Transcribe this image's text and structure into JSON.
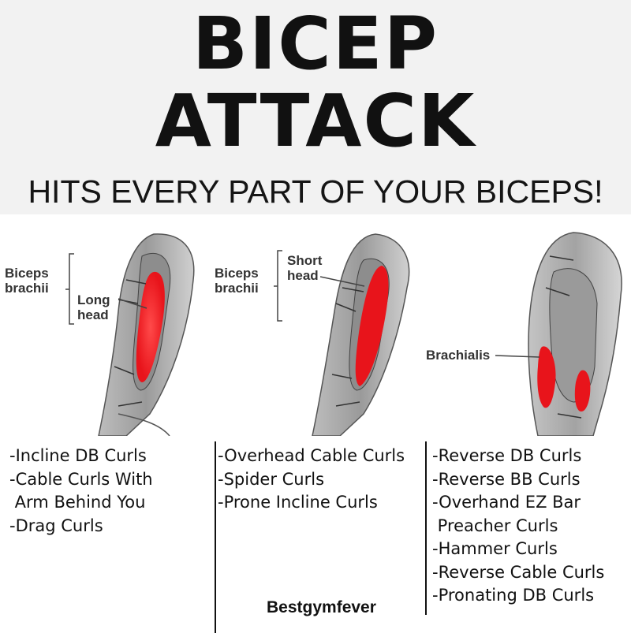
{
  "header": {
    "title_line1": "BICEP",
    "title_line2": "ATTACK",
    "subtitle": "HITS EVERY PART OF YOUR BICEPS!"
  },
  "panels": {
    "long_head": {
      "group": [
        "Biceps",
        "brachii"
      ],
      "part": [
        "Long",
        "head"
      ]
    },
    "short_head": {
      "group": [
        "Biceps",
        "brachii"
      ],
      "part": [
        "Short",
        "head"
      ]
    },
    "brachialis": {
      "part": "Brachialis"
    }
  },
  "columns": {
    "long_head": [
      "-Incline DB Curls",
      "-Cable Curls With",
      " Arm Behind You",
      "-Drag Curls"
    ],
    "short_head": [
      "-Overhead Cable Curls",
      "-Spider Curls",
      "-Prone Incline Curls"
    ],
    "brachialis": [
      "-Reverse DB Curls",
      "-Reverse BB Curls",
      "-Overhand EZ Bar",
      " Preacher Curls",
      "-Hammer Curls",
      "-Reverse Cable Curls",
      "-Pronating DB Curls"
    ]
  },
  "footer": {
    "brand": "Bestgymfever"
  },
  "colors": {
    "muscle_highlight": "#e8141b",
    "header_bg": "#f2f2f2",
    "text": "#111111"
  }
}
